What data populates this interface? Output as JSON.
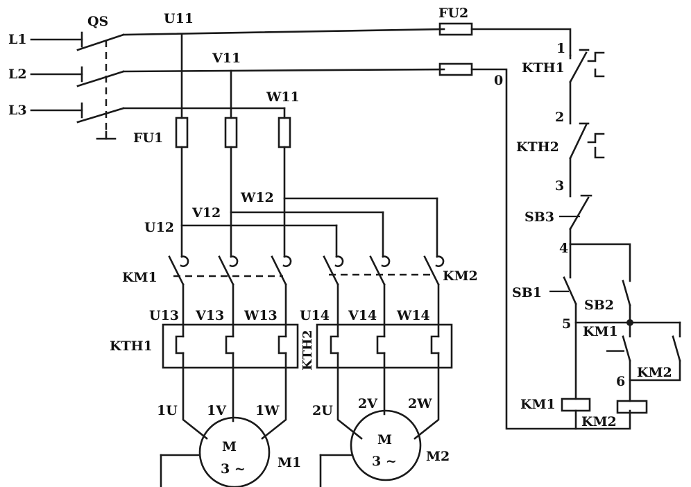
{
  "labels": {
    "L1": "L1",
    "L2": "L2",
    "L3": "L3",
    "QS": "QS",
    "U11": "U11",
    "V11": "V11",
    "W11": "W11",
    "FU1": "FU1",
    "FU2": "FU2",
    "U12": "U12",
    "V12": "V12",
    "W12": "W12",
    "KM1_main": "KM1",
    "KM2_main": "KM2",
    "U13": "U13",
    "V13": "V13",
    "W13": "W13",
    "U14": "U14",
    "V14": "V14",
    "W14": "W14",
    "KTH1_main": "KTH1",
    "KTH2_main": "KTH2",
    "1U": "1U",
    "1V": "1V",
    "1W": "1W",
    "2U": "2U",
    "2V": "2V",
    "2W": "2W",
    "M1_text": "M",
    "M1_phase": "3 ~",
    "M1_name": "M1",
    "M2_text": "M",
    "M2_phase": "3 ~",
    "M2_name": "M2",
    "node0": "0",
    "node1": "1",
    "node2": "2",
    "node3": "3",
    "node4": "4",
    "node5": "5",
    "node6": "6",
    "KTH1_ctrl": "KTH1",
    "KTH2_ctrl": "KTH2",
    "SB3": "SB3",
    "SB1": "SB1",
    "SB2": "SB2",
    "KM1_aux": "KM1",
    "KM2_aux": "KM2",
    "KM1_coil": "KM1",
    "KM2_coil": "KM2"
  }
}
